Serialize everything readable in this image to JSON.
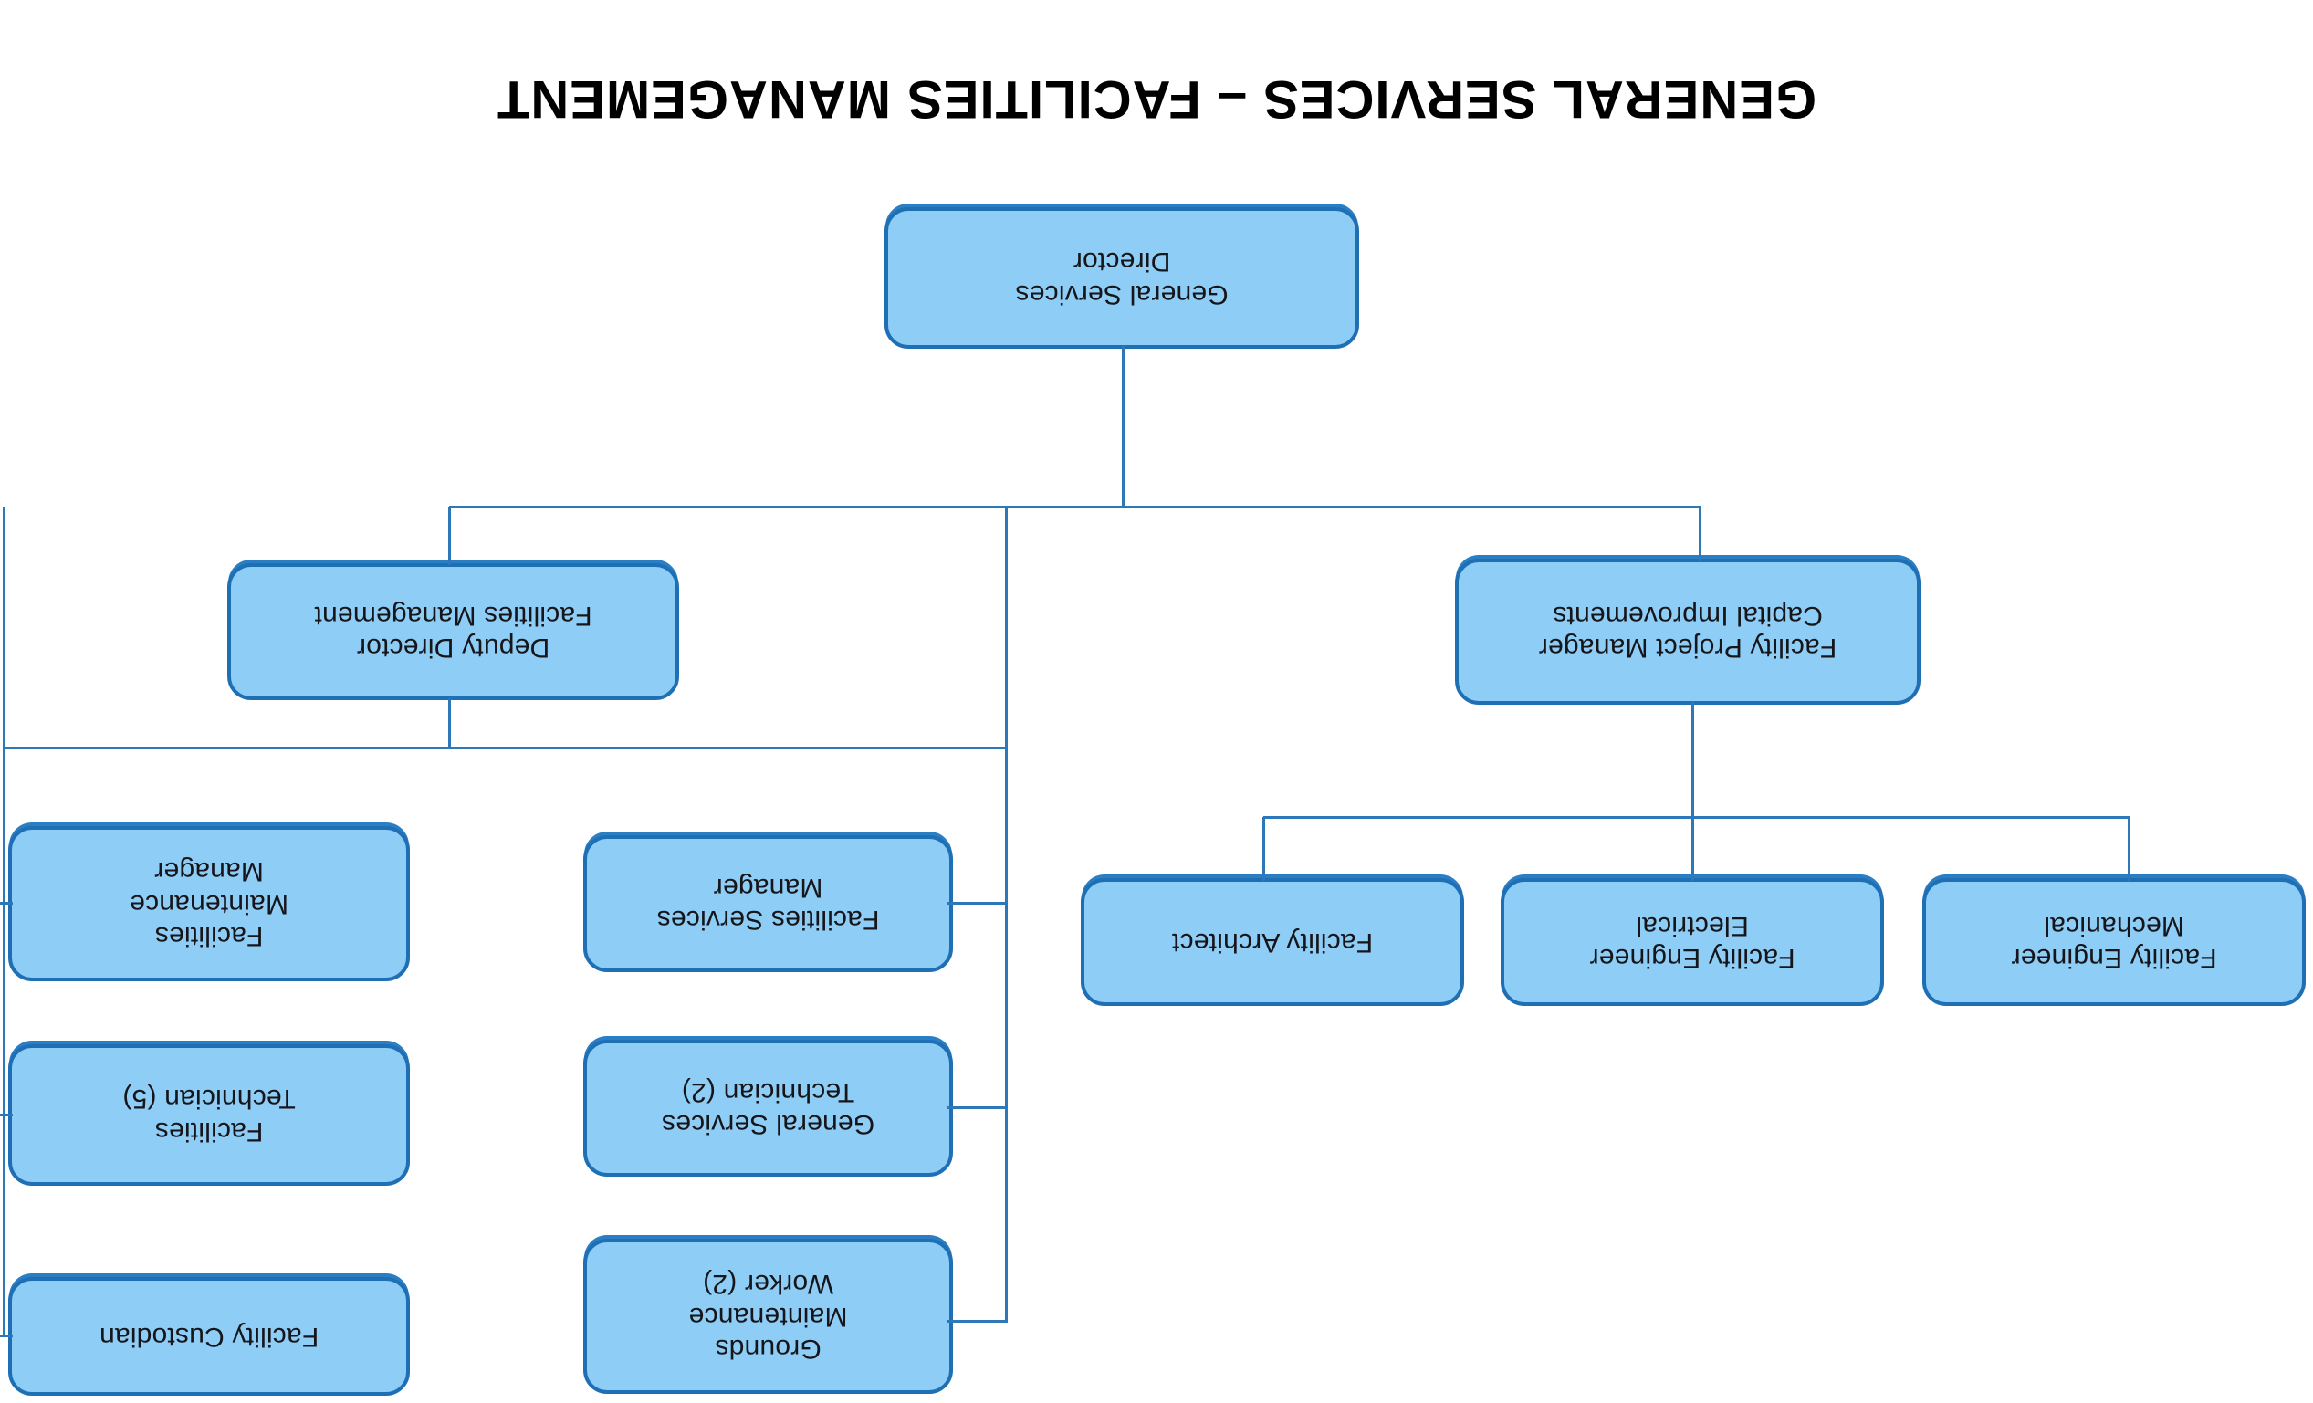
{
  "chart_data": {
    "type": "diagram",
    "diagram_type": "organization-chart",
    "title": "GENERAL SERVICES – FACILITIES MANAGEMENT",
    "orientation": "rotated-180",
    "node_style": {
      "fill": "#8ECDF5",
      "border": "#1F6FB5",
      "connector": "#2C78B8",
      "text": "#15151A"
    },
    "nodes": [
      {
        "id": "root",
        "label": "General Services\nDirector",
        "level": 0
      },
      {
        "id": "fpm",
        "label": "Facility Project Manager\nCapital Improvements",
        "level": 1
      },
      {
        "id": "ddfm",
        "label": "Deputy Director\nFacilities Management",
        "level": 1
      },
      {
        "id": "fe-mech",
        "label": "Facility Engineer\nMechanical",
        "level": 2
      },
      {
        "id": "fe-elec",
        "label": "Facility Engineer\nElectrical",
        "level": 2
      },
      {
        "id": "arch",
        "label": "Facility Architect",
        "level": 2
      },
      {
        "id": "fsm",
        "label": "Facilities Services\nManager",
        "level": 2
      },
      {
        "id": "gst",
        "label": "General Services\nTechnician (2)",
        "level": 2
      },
      {
        "id": "gmw",
        "label": "Grounds\nMaintenance\nWorker (2)",
        "level": 2
      },
      {
        "id": "fmm",
        "label": "Facilities\nMaintenance\nManager",
        "level": 2
      },
      {
        "id": "ft",
        "label": "Facilities\nTechnician   (5)",
        "level": 2
      },
      {
        "id": "custodian",
        "label": "Facility Custodian",
        "level": 2
      }
    ],
    "edges": [
      {
        "from": "root",
        "to": "fpm"
      },
      {
        "from": "root",
        "to": "ddfm"
      },
      {
        "from": "fpm",
        "to": "fe-mech"
      },
      {
        "from": "fpm",
        "to": "fe-elec"
      },
      {
        "from": "fpm",
        "to": "arch"
      },
      {
        "from": "ddfm",
        "to": "fsm"
      },
      {
        "from": "ddfm",
        "to": "gst"
      },
      {
        "from": "ddfm",
        "to": "gmw"
      },
      {
        "from": "ddfm",
        "to": "fmm"
      },
      {
        "from": "ddfm",
        "to": "ft"
      },
      {
        "from": "ddfm",
        "to": "custodian"
      }
    ]
  },
  "org": {
    "title": "GENERAL SERVICES – FACILITIES MANAGEMENT",
    "root": {
      "label": "General Services\nDirector"
    },
    "branch_left": {
      "label": "Facility Project Manager\nCapital Improvements"
    },
    "branch_right": {
      "label": "Deputy Director\nFacilities Management"
    },
    "left_children": [
      {
        "label": "Facility Engineer\nMechanical"
      },
      {
        "label": "Facility Engineer\nElectrical"
      },
      {
        "label": "Facility Architect"
      }
    ],
    "right_column_a": [
      {
        "label": "Grounds\nMaintenance\nWorker (2)"
      },
      {
        "label": "General Services\nTechnician (2)"
      },
      {
        "label": "Facilities Services\nManager"
      }
    ],
    "right_column_b": [
      {
        "label": "Facility Custodian"
      },
      {
        "label": "Facilities\nTechnician   (5)"
      },
      {
        "label": "Facilities\nMaintenance\nManager"
      }
    ]
  }
}
